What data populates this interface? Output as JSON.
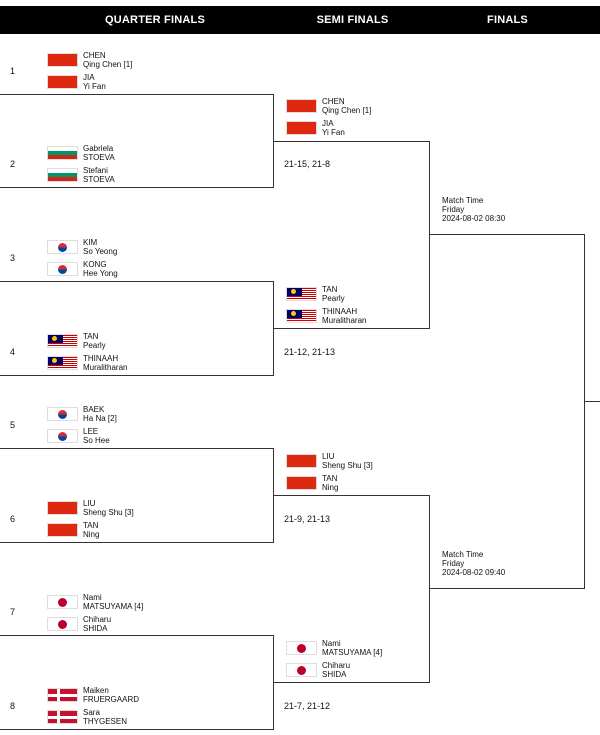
{
  "headers": {
    "quarter_finals": "QUARTER FINALS",
    "semi_finals": "SEMI FINALS",
    "finals": "FINALS"
  },
  "quarter_finals": [
    {
      "seed": "1",
      "pairs": [
        {
          "country": "china",
          "line1": "CHEN",
          "line2": "Qing Chen [1]"
        },
        {
          "country": "china",
          "line1": "JIA",
          "line2": "Yi Fan"
        }
      ]
    },
    {
      "seed": "2",
      "pairs": [
        {
          "country": "bulgaria",
          "line1": "Gabriela",
          "line2": "STOEVA"
        },
        {
          "country": "bulgaria",
          "line1": "Stefani",
          "line2": "STOEVA"
        }
      ]
    },
    {
      "seed": "3",
      "pairs": [
        {
          "country": "korea",
          "line1": "KIM",
          "line2": "So Yeong"
        },
        {
          "country": "korea",
          "line1": "KONG",
          "line2": "Hee Yong"
        }
      ]
    },
    {
      "seed": "4",
      "pairs": [
        {
          "country": "malaysia",
          "line1": "TAN",
          "line2": "Pearly"
        },
        {
          "country": "malaysia",
          "line1": "THINAAH",
          "line2": "Muralitharan"
        }
      ]
    },
    {
      "seed": "5",
      "pairs": [
        {
          "country": "korea",
          "line1": "BAEK",
          "line2": "Ha Na [2]"
        },
        {
          "country": "korea",
          "line1": "LEE",
          "line2": "So Hee"
        }
      ]
    },
    {
      "seed": "6",
      "pairs": [
        {
          "country": "china",
          "line1": "LIU",
          "line2": "Sheng Shu [3]"
        },
        {
          "country": "china",
          "line1": "TAN",
          "line2": "Ning"
        }
      ]
    },
    {
      "seed": "7",
      "pairs": [
        {
          "country": "japan",
          "line1": "Nami",
          "line2": "MATSUYAMA [4]"
        },
        {
          "country": "japan",
          "line1": "Chiharu",
          "line2": "SHIDA"
        }
      ]
    },
    {
      "seed": "8",
      "pairs": [
        {
          "country": "denmark",
          "line1": "Maiken",
          "line2": "FRUERGAARD"
        },
        {
          "country": "denmark",
          "line1": "Sara",
          "line2": "THYGESEN"
        }
      ]
    }
  ],
  "quarter_final_scores": [
    "21-15, 21-8",
    "21-12, 21-13",
    "21-9, 21-13",
    "21-7, 21-12"
  ],
  "semi_finals": [
    {
      "pairs": [
        {
          "country": "china",
          "line1": "CHEN",
          "line2": "Qing Chen [1]"
        },
        {
          "country": "china",
          "line1": "JIA",
          "line2": "Yi Fan"
        }
      ]
    },
    {
      "pairs": [
        {
          "country": "malaysia",
          "line1": "TAN",
          "line2": "Pearly"
        },
        {
          "country": "malaysia",
          "line1": "THINAAH",
          "line2": "Muralitharan"
        }
      ]
    },
    {
      "pairs": [
        {
          "country": "china",
          "line1": "LIU",
          "line2": "Sheng Shu [3]"
        },
        {
          "country": "china",
          "line1": "TAN",
          "line2": "Ning"
        }
      ]
    },
    {
      "pairs": [
        {
          "country": "japan",
          "line1": "Nami",
          "line2": "MATSUYAMA [4]"
        },
        {
          "country": "japan",
          "line1": "Chiharu",
          "line2": "SHIDA"
        }
      ]
    }
  ],
  "semi_final_match_times": [
    {
      "label": "Match Time",
      "day": "Friday",
      "datetime": "2024-08-02 08:30"
    },
    {
      "label": "Match Time",
      "day": "Friday",
      "datetime": "2024-08-02 09:40"
    }
  ]
}
